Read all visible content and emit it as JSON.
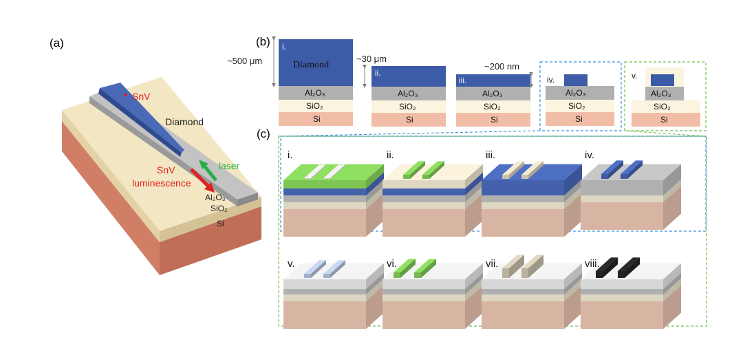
{
  "panel_a": {
    "label": "(a)",
    "snv": "SnV",
    "diamond": "Diamond",
    "laser": "laser",
    "lum_1": "SnV",
    "lum_2": "luminescence",
    "al2o3": "Al₂O₃",
    "sio2": "SiO₂",
    "si": "Si",
    "colors": {
      "diamond": "#3d5ca8",
      "al2o3": "#b0b0b0",
      "sio2": "#f0e3bf",
      "si": "#d98a72",
      "laser": "#27ae4b",
      "lum": "#e02020"
    }
  },
  "panel_b": {
    "label": "(b)",
    "dim_500": "~500 μm",
    "dim_30": "~30 μm",
    "dim_200": "~200 nm",
    "diamond": "Diamond",
    "al2o3": "Al₂O₃",
    "sio2": "SiO₂",
    "si": "Si",
    "steps": [
      "i.",
      "ii.",
      "iii.",
      "iv.",
      "v."
    ]
  },
  "panel_c": {
    "label": "(c)",
    "steps": [
      "i.",
      "ii.",
      "iii.",
      "iv.",
      "v.",
      "vi.",
      "vii.",
      "viii."
    ]
  }
}
